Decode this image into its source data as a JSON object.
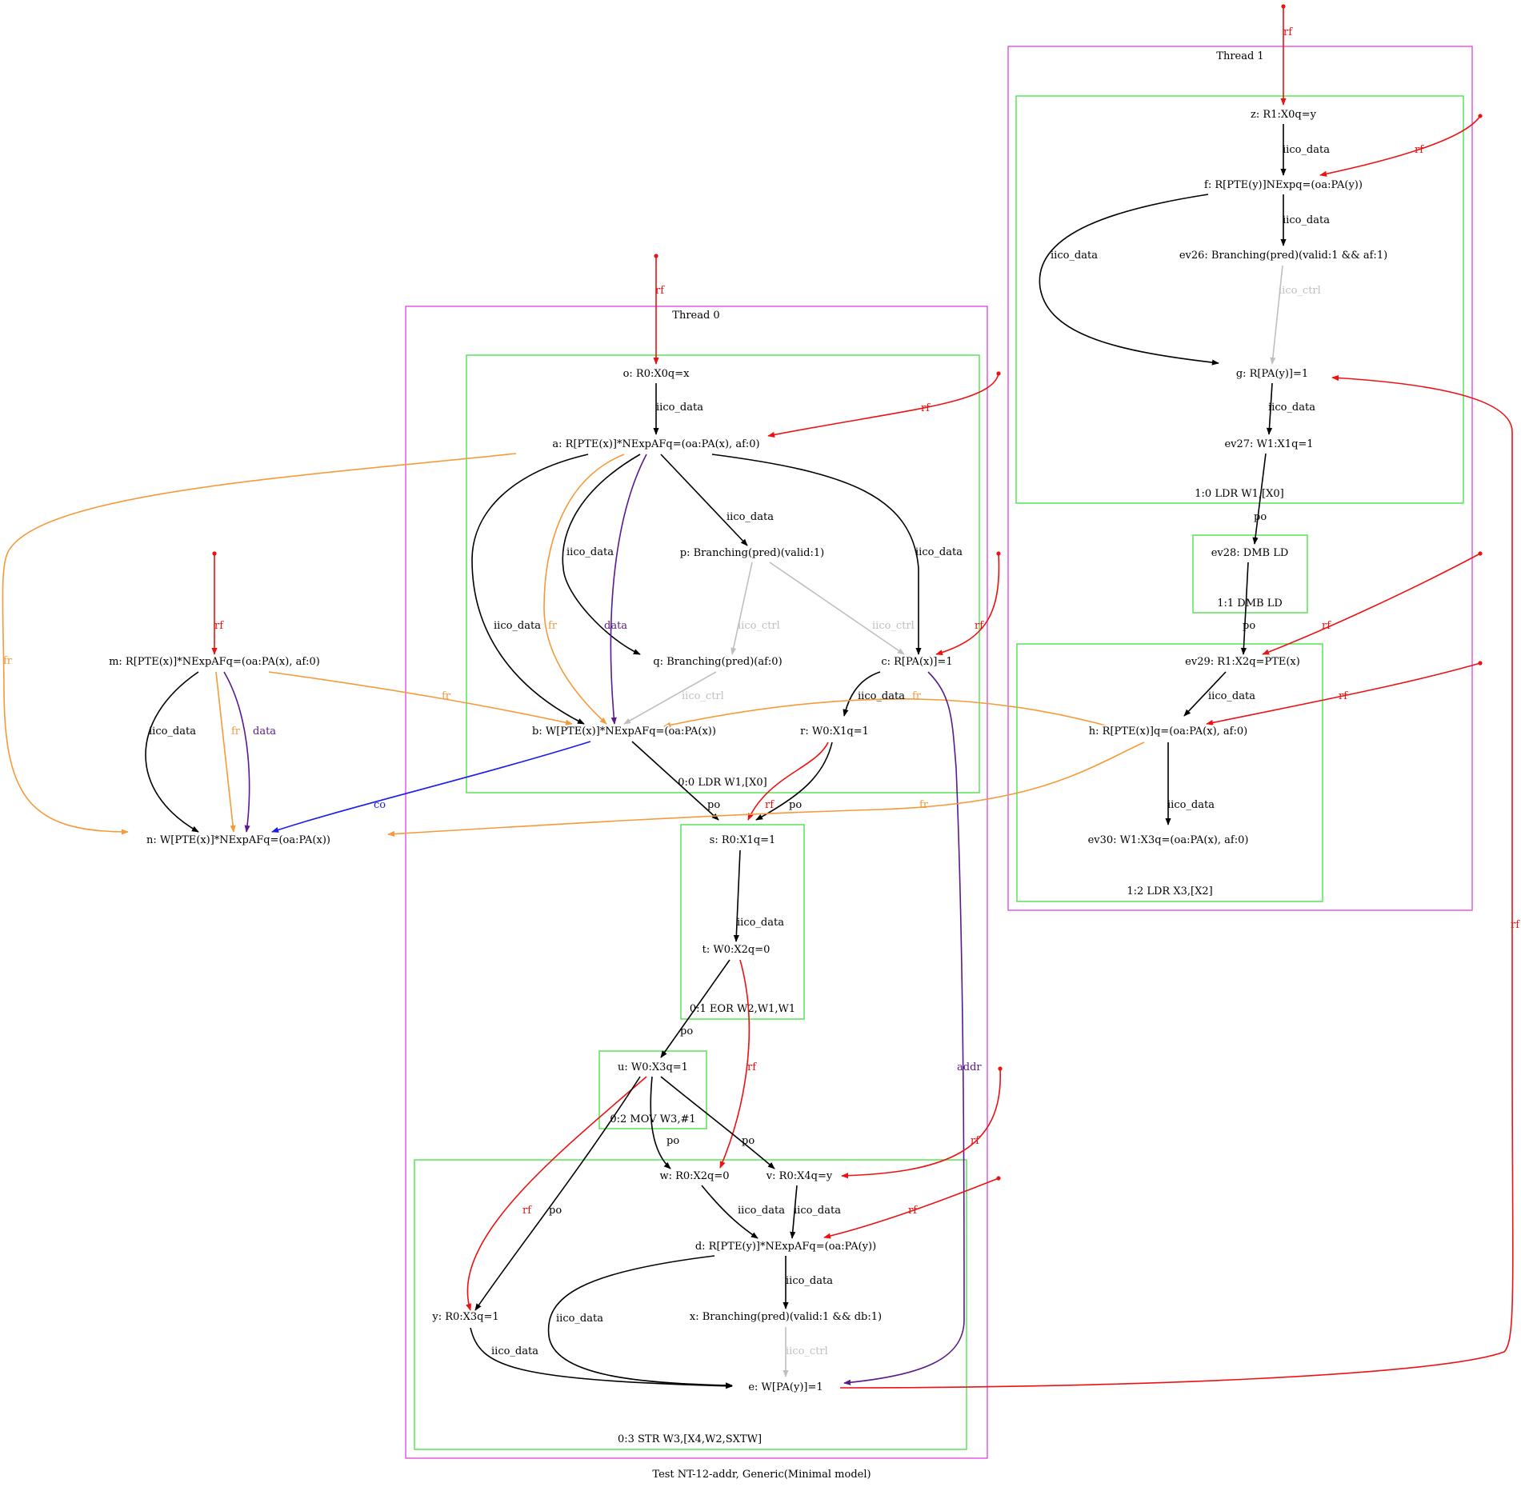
{
  "caption": "Test NT-12-addr, Generic(Minimal model)",
  "colors": {
    "thread_border": "#e040e0",
    "instr_border": "#40e040",
    "po": "#000000",
    "iico_data": "#000000",
    "iico_ctrl": "#bfbfbf",
    "rf": "#ee1111",
    "fr": "#f59a3a",
    "co": "#1a1aee",
    "data": "#5a1a8a",
    "addr": "#5a1a8a"
  },
  "threads": [
    {
      "id": "thread0",
      "label": "Thread 0"
    },
    {
      "id": "thread1",
      "label": "Thread 1"
    }
  ],
  "instructions": [
    {
      "id": "i00",
      "label": "0:0 LDR W1,[X0]"
    },
    {
      "id": "i01",
      "label": "0:1 EOR W2,W1,W1"
    },
    {
      "id": "i02",
      "label": "0:2 MOV W3,#1"
    },
    {
      "id": "i03",
      "label": "0:3 STR W3,[X4,W2,SXTW]"
    },
    {
      "id": "i10",
      "label": "1:0 LDR W1,[X0]"
    },
    {
      "id": "i11",
      "label": "1:1 DMB LD"
    },
    {
      "id": "i12",
      "label": "1:2 LDR X3,[X2]"
    }
  ],
  "nodes": [
    {
      "id": "o",
      "label": "o: R0:X0q=x"
    },
    {
      "id": "a",
      "label": "a: R[PTE(x)]*NExpAFq=(oa:PA(x), af:0)"
    },
    {
      "id": "p",
      "label": "p: Branching(pred)(valid:1)"
    },
    {
      "id": "q",
      "label": "q: Branching(pred)(af:0)"
    },
    {
      "id": "c",
      "label": "c: R[PA(x)]=1"
    },
    {
      "id": "b",
      "label": "b: W[PTE(x)]*NExpAFq=(oa:PA(x))"
    },
    {
      "id": "r",
      "label": "r: W0:X1q=1"
    },
    {
      "id": "s",
      "label": "s: R0:X1q=1"
    },
    {
      "id": "t",
      "label": "t: W0:X2q=0"
    },
    {
      "id": "u",
      "label": "u: W0:X3q=1"
    },
    {
      "id": "w",
      "label": "w: R0:X2q=0"
    },
    {
      "id": "v",
      "label": "v: R0:X4q=y"
    },
    {
      "id": "d",
      "label": "d: R[PTE(y)]*NExpAFq=(oa:PA(y))"
    },
    {
      "id": "y",
      "label": "y: R0:X3q=1"
    },
    {
      "id": "x",
      "label": "x: Branching(pred)(valid:1 && db:1)"
    },
    {
      "id": "e",
      "label": "e: W[PA(y)]=1"
    },
    {
      "id": "m",
      "label": "m: R[PTE(x)]*NExpAFq=(oa:PA(x), af:0)"
    },
    {
      "id": "n",
      "label": "n: W[PTE(x)]*NExpAFq=(oa:PA(x))"
    },
    {
      "id": "z",
      "label": "z: R1:X0q=y"
    },
    {
      "id": "f",
      "label": "f: R[PTE(y)]NExpq=(oa:PA(y))"
    },
    {
      "id": "ev26",
      "label": "ev26: Branching(pred)(valid:1 && af:1)"
    },
    {
      "id": "g",
      "label": "g: R[PA(y)]=1"
    },
    {
      "id": "ev27",
      "label": "ev27: W1:X1q=1"
    },
    {
      "id": "ev28",
      "label": "ev28: DMB LD"
    },
    {
      "id": "ev29",
      "label": "ev29: R1:X2q=PTE(x)"
    },
    {
      "id": "h",
      "label": "h: R[PTE(x)]q=(oa:PA(x), af:0)"
    },
    {
      "id": "ev30",
      "label": "ev30: W1:X3q=(oa:PA(x), af:0)"
    }
  ],
  "edges": [
    {
      "id": "e1",
      "from": "init",
      "to": "o",
      "label": "rf",
      "type": "rf"
    },
    {
      "id": "e2",
      "from": "o",
      "to": "a",
      "label": "iico_data",
      "type": "iico_data"
    },
    {
      "id": "e3",
      "from": "init",
      "to": "a",
      "label": "rf",
      "type": "rf"
    },
    {
      "id": "e4",
      "from": "a",
      "to": "p",
      "label": "iico_data",
      "type": "iico_data"
    },
    {
      "id": "e5",
      "from": "a",
      "to": "q",
      "label": "iico_data",
      "type": "iico_data"
    },
    {
      "id": "e6",
      "from": "a",
      "to": "c",
      "label": "iico_data",
      "type": "iico_data"
    },
    {
      "id": "e7",
      "from": "a",
      "to": "b",
      "label": "iico_data",
      "type": "iico_data"
    },
    {
      "id": "e8",
      "from": "a",
      "to": "b",
      "label": "fr",
      "type": "fr"
    },
    {
      "id": "e9",
      "from": "a",
      "to": "b",
      "label": "data",
      "type": "data"
    },
    {
      "id": "e10",
      "from": "a",
      "to": "n",
      "label": "fr",
      "type": "fr"
    },
    {
      "id": "e11",
      "from": "p",
      "to": "q",
      "label": "iico_ctrl",
      "type": "iico_ctrl"
    },
    {
      "id": "e12",
      "from": "p",
      "to": "c",
      "label": "iico_ctrl",
      "type": "iico_ctrl"
    },
    {
      "id": "e13",
      "from": "q",
      "to": "b",
      "label": "iico_ctrl",
      "type": "iico_ctrl"
    },
    {
      "id": "e14",
      "from": "init",
      "to": "c",
      "label": "rf",
      "type": "rf"
    },
    {
      "id": "e15",
      "from": "c",
      "to": "r",
      "label": "iico_data",
      "type": "iico_data"
    },
    {
      "id": "e16",
      "from": "h",
      "to": "b",
      "label": "fr",
      "type": "fr"
    },
    {
      "id": "e17",
      "from": "b",
      "to": "s",
      "label": "po",
      "type": "po"
    },
    {
      "id": "e18",
      "from": "r",
      "to": "s",
      "label": "rf",
      "type": "rf"
    },
    {
      "id": "e19",
      "from": "r",
      "to": "s",
      "label": "po",
      "type": "po"
    },
    {
      "id": "e20",
      "from": "b",
      "to": "n",
      "label": "co",
      "type": "co"
    },
    {
      "id": "e21",
      "from": "s",
      "to": "t",
      "label": "iico_data",
      "type": "iico_data"
    },
    {
      "id": "e22",
      "from": "t",
      "to": "u",
      "label": "po",
      "type": "po"
    },
    {
      "id": "e23",
      "from": "t",
      "to": "w",
      "label": "rf",
      "type": "rf"
    },
    {
      "id": "e24",
      "from": "c",
      "to": "e",
      "label": "addr",
      "type": "addr"
    },
    {
      "id": "e25",
      "from": "u",
      "to": "w",
      "label": "po",
      "type": "po"
    },
    {
      "id": "e26",
      "from": "u",
      "to": "v",
      "label": "po",
      "type": "po"
    },
    {
      "id": "e27",
      "from": "u",
      "to": "y",
      "label": "rf",
      "type": "rf"
    },
    {
      "id": "e28",
      "from": "u",
      "to": "y",
      "label": "po",
      "type": "po"
    },
    {
      "id": "e29",
      "from": "init",
      "to": "v",
      "label": "rf",
      "type": "rf"
    },
    {
      "id": "e30",
      "from": "w",
      "to": "d",
      "label": "iico_data",
      "type": "iico_data"
    },
    {
      "id": "e31",
      "from": "v",
      "to": "d",
      "label": "iico_data",
      "type": "iico_data"
    },
    {
      "id": "e32",
      "from": "init",
      "to": "d",
      "label": "rf",
      "type": "rf"
    },
    {
      "id": "e33",
      "from": "d",
      "to": "x",
      "label": "iico_data",
      "type": "iico_data"
    },
    {
      "id": "e34",
      "from": "d",
      "to": "e",
      "label": "iico_data",
      "type": "iico_data"
    },
    {
      "id": "e35",
      "from": "x",
      "to": "e",
      "label": "iico_ctrl",
      "type": "iico_ctrl"
    },
    {
      "id": "e36",
      "from": "y",
      "to": "e",
      "label": "iico_data",
      "type": "iico_data"
    },
    {
      "id": "e37",
      "from": "e",
      "to": "g",
      "label": "rf",
      "type": "rf"
    },
    {
      "id": "e38",
      "from": "init",
      "to": "m",
      "label": "rf",
      "type": "rf"
    },
    {
      "id": "e39",
      "from": "m",
      "to": "n",
      "label": "iico_data",
      "type": "iico_data"
    },
    {
      "id": "e40",
      "from": "m",
      "to": "n",
      "label": "fr",
      "type": "fr"
    },
    {
      "id": "e41",
      "from": "m",
      "to": "n",
      "label": "data",
      "type": "data"
    },
    {
      "id": "e42",
      "from": "m",
      "to": "b",
      "label": "fr",
      "type": "fr"
    },
    {
      "id": "e43",
      "from": "init",
      "to": "z",
      "label": "rf",
      "type": "rf"
    },
    {
      "id": "e44",
      "from": "z",
      "to": "f",
      "label": "iico_data",
      "type": "iico_data"
    },
    {
      "id": "e45",
      "from": "init",
      "to": "f",
      "label": "rf",
      "type": "rf"
    },
    {
      "id": "e46",
      "from": "f",
      "to": "ev26",
      "label": "iico_data",
      "type": "iico_data"
    },
    {
      "id": "e47",
      "from": "f",
      "to": "g",
      "label": "iico_data",
      "type": "iico_data"
    },
    {
      "id": "e48",
      "from": "ev26",
      "to": "g",
      "label": "iico_ctrl",
      "type": "iico_ctrl"
    },
    {
      "id": "e49",
      "from": "g",
      "to": "ev27",
      "label": "iico_data",
      "type": "iico_data"
    },
    {
      "id": "e50",
      "from": "ev27",
      "to": "ev28",
      "label": "po",
      "type": "po"
    },
    {
      "id": "e51",
      "from": "ev28",
      "to": "ev29",
      "label": "po",
      "type": "po"
    },
    {
      "id": "e52",
      "from": "init",
      "to": "ev29",
      "label": "rf",
      "type": "rf"
    },
    {
      "id": "e53",
      "from": "ev29",
      "to": "h",
      "label": "iico_data",
      "type": "iico_data"
    },
    {
      "id": "e54",
      "from": "init",
      "to": "h",
      "label": "rf",
      "type": "rf"
    },
    {
      "id": "e55",
      "from": "h",
      "to": "ev30",
      "label": "iico_data",
      "type": "iico_data"
    },
    {
      "id": "e56",
      "from": "h",
      "to": "n",
      "label": "fr",
      "type": "fr"
    }
  ]
}
